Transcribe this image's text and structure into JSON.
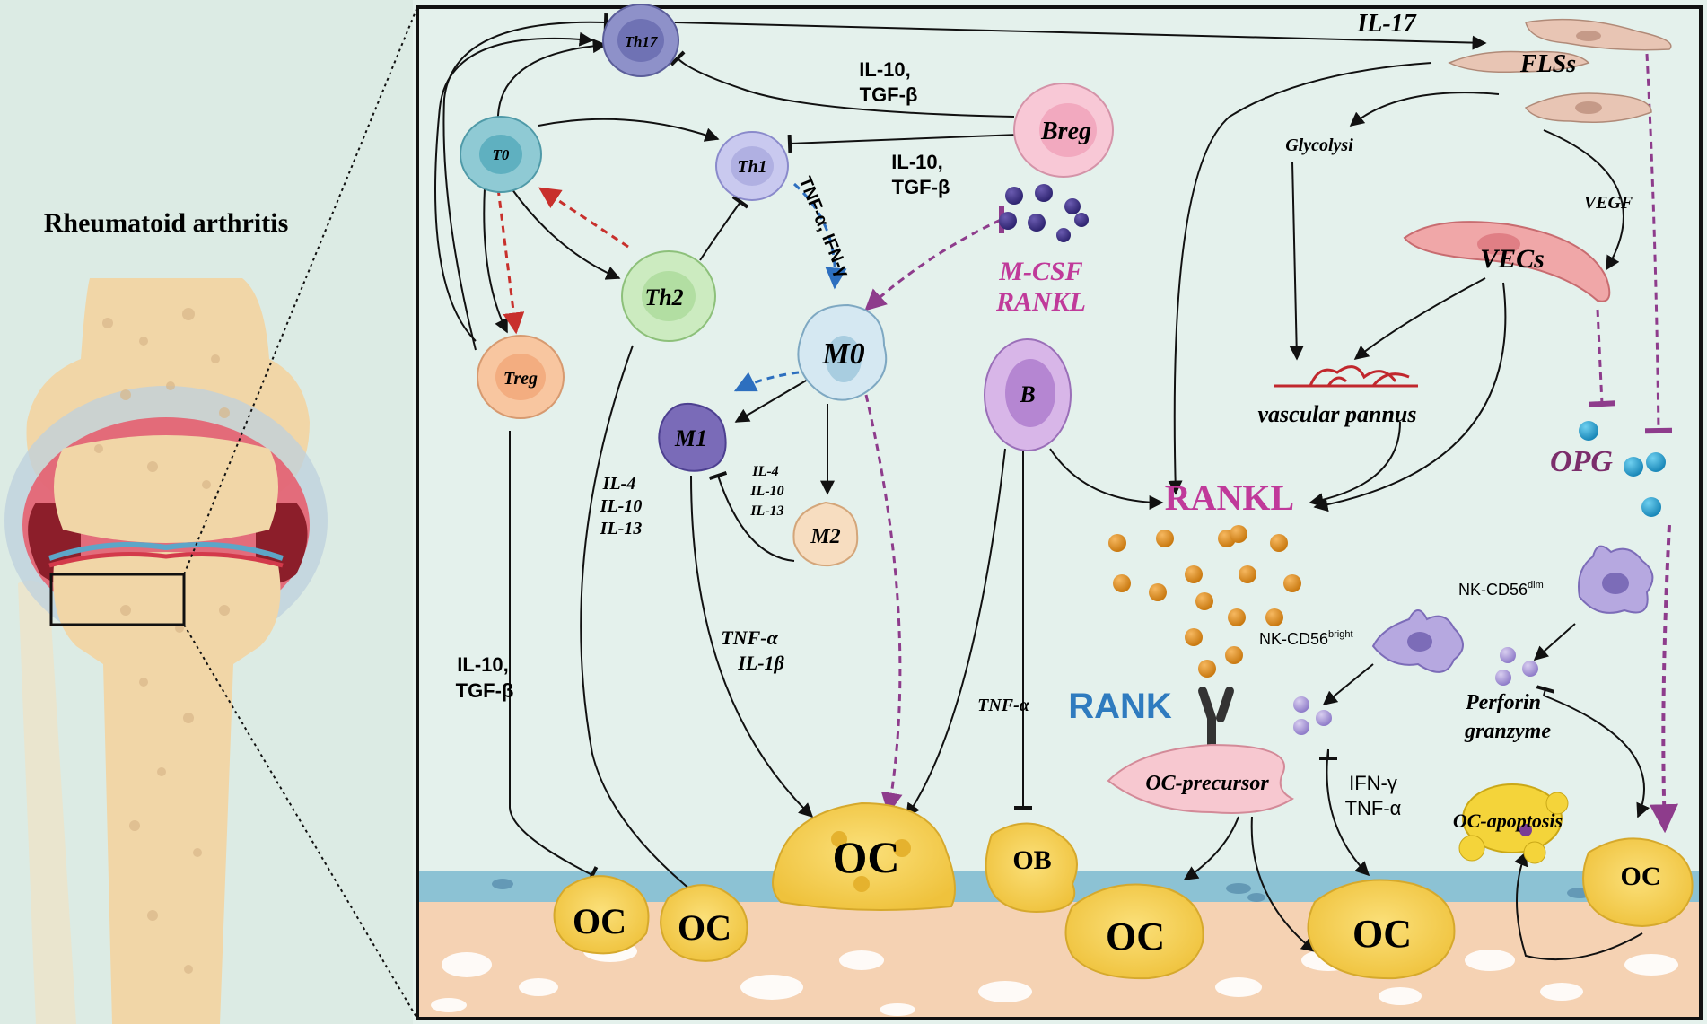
{
  "title": "Rheumatoid arthritis",
  "cells": {
    "th17": "Th17",
    "t0": "T0",
    "th1": "Th1",
    "th2": "Th2",
    "treg": "Treg",
    "breg": "Breg",
    "m0": "M0",
    "m1": "M1",
    "m2": "M2",
    "b": "B",
    "vecs": "VECs",
    "fls": "FLSs",
    "ob": "OB",
    "oc_precursor": "OC-precursor",
    "oc_apoptosis": "OC-apoptosis",
    "oc": "OC"
  },
  "labels": {
    "il17": "IL-17",
    "il10_tgf_1_a": "IL-10,",
    "il10_tgf_1_b": "TGF-β",
    "il10_tgf_2_a": "IL-10,",
    "il10_tgf_2_b": "TGF-β",
    "il10_tgf_3_a": "IL-10,",
    "il10_tgf_3_b": "TGF-β",
    "tnf_ifn": "TNF-α, IFN-γ",
    "mcsf": "M-CSF",
    "rankl_small": "RANKL",
    "glycolysis": "Glycolysi",
    "vegf": "VEGF",
    "vascular_pannus": "vascular pannus",
    "rankl": "RANKL",
    "opg": "OPG",
    "rank": "RANK",
    "il4_a": "IL-4",
    "il10_a": "IL-10",
    "il13_a": "IL-13",
    "il4_b": "IL-4",
    "il10_b": "IL-10",
    "il13_b": "IL-13",
    "tnf_il1_a": "TNF-α",
    "tnf_il1_b": "IL-1β",
    "tnf_b": "TNF-α",
    "nk_bright": "NK-CD56",
    "nk_bright_sup": "bright",
    "nk_dim": "NK-CD56",
    "nk_dim_sup": "dim",
    "perforin": "Perforin",
    "granzyme": "granzyme",
    "ifn_g": "IFN-γ",
    "tnf_a": "TNF-α"
  },
  "colors": {
    "background": "#e4f1ec",
    "bone": "#f3d9a8",
    "ocYellow": "#f7cd4a",
    "rankl": "#c03a9a",
    "rank": "#2f7bbf",
    "opg": "#7b2d6b"
  }
}
